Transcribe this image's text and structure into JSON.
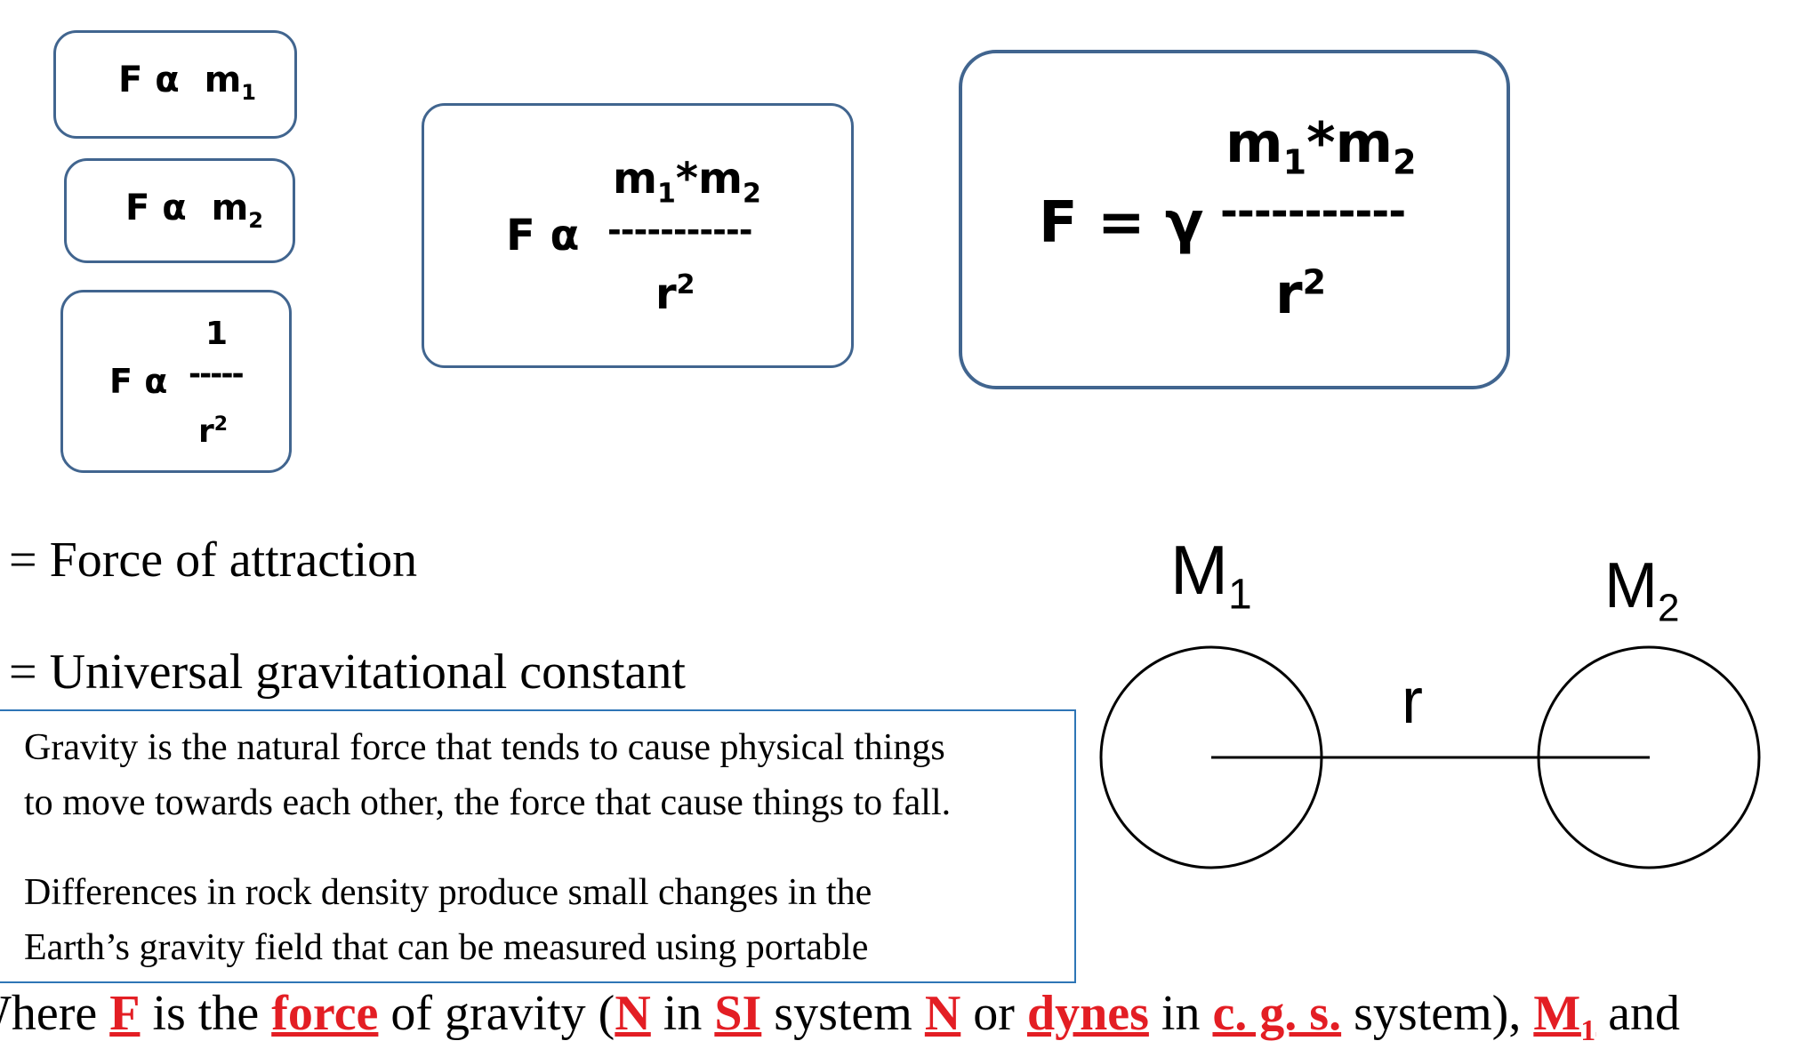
{
  "formulas": {
    "box1": {
      "lhs": "F α",
      "m": "m",
      "sub": "1"
    },
    "box2": {
      "lhs": "F α",
      "m": "m",
      "sub": "2"
    },
    "box3": {
      "lhs": "F α",
      "num": "1",
      "bar": "-----",
      "den": "r",
      "den_exp": "2"
    },
    "box4": {
      "lhs": "F α",
      "m1": "m",
      "sub1": "1",
      "mul": "*",
      "m2": "m",
      "sub2": "2",
      "bar": "-----------",
      "den": "r",
      "den_exp": "2"
    },
    "box5": {
      "lhs": "F =",
      "const": "γ",
      "m1": "m",
      "sub1": "1",
      "mul": "*",
      "m2": "m",
      "sub2": "2",
      "bar": "-----------",
      "den": "r",
      "den_exp": "2"
    }
  },
  "definitions": [
    "= Force of attraction",
    "= Universal gravitational constant"
  ],
  "note": {
    "paragraph1_line1": "Gravity is the natural force that tends to cause physical things",
    "paragraph1_line2": "to move towards each other, the force that cause things to fall.",
    "paragraph2_line1": "Differences in rock density produce small changes in the",
    "paragraph2_line2": "Earth’s gravity field that can be measured using portable"
  },
  "diagram": {
    "mass1": "M",
    "mass1_sub": "1",
    "mass2": "M",
    "mass2_sub": "2",
    "distance": "r"
  },
  "where_line": {
    "t1": "Where ",
    "F": "F",
    "t2": " is the ",
    "force": "force",
    "t3": " of gravity (",
    "N1": "N",
    "t4": " in ",
    "SI": "SI",
    "t5": " system ",
    "N2": "N",
    "t6": " or ",
    "dynes": "dynes",
    "t7": " in ",
    "cgs": "c. g. s.",
    "t8": " system), ",
    "M": "M",
    "Msub": "1",
    "t9": " and"
  },
  "colors": {
    "box_border": "#41658f",
    "note_border": "#2e75b6",
    "emphasis": "#e31e24"
  }
}
